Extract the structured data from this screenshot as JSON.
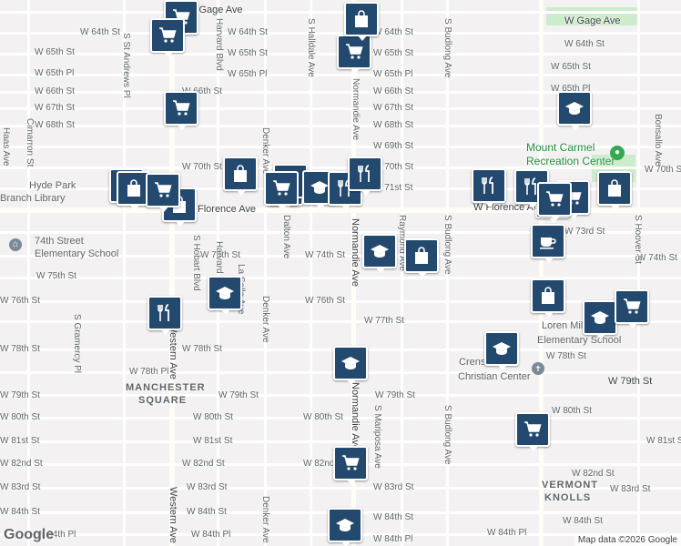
{
  "streets_h": [
    {
      "name": "W Gage Ave"
    },
    {
      "name": "W 64th St"
    },
    {
      "name": "W 65th St"
    },
    {
      "name": "W 65th Pl"
    },
    {
      "name": "W 66th St"
    },
    {
      "name": "W 67th St"
    },
    {
      "name": "W 68th St"
    },
    {
      "name": "W 69th St"
    },
    {
      "name": "W 70th St"
    },
    {
      "name": "W 71st St"
    },
    {
      "name": "Florence Ave"
    },
    {
      "name": "W Florence Ave"
    },
    {
      "name": "W 73rd St"
    },
    {
      "name": "W 74th St"
    },
    {
      "name": "W 75th St"
    },
    {
      "name": "W 76th St"
    },
    {
      "name": "W 77th St"
    },
    {
      "name": "W 78th St"
    },
    {
      "name": "W 78th Pl"
    },
    {
      "name": "W 79th St"
    },
    {
      "name": "W 80th St"
    },
    {
      "name": "W 81st St"
    },
    {
      "name": "W 82nd St"
    },
    {
      "name": "W 83rd St"
    },
    {
      "name": "W 84th St"
    },
    {
      "name": "W 84th Pl"
    }
  ],
  "streets_v": [
    {
      "name": "S St Andrews Pl"
    },
    {
      "name": "Harvard Blvd"
    },
    {
      "name": "Denker Ave"
    },
    {
      "name": "S Halldale Ave"
    },
    {
      "name": "Normandie Ave"
    },
    {
      "name": "S Budlong Ave"
    },
    {
      "name": "S Hoover St"
    },
    {
      "name": "Bonsallo Ave"
    },
    {
      "name": "Western Ave"
    },
    {
      "name": "S Hobart Blvd"
    },
    {
      "name": "Dalton Ave"
    },
    {
      "name": "Raymond Ave"
    },
    {
      "name": "S Mariposa Ave"
    },
    {
      "name": "S Gramercy Pl"
    },
    {
      "name": "Cimarron St"
    },
    {
      "name": "Haas Ave"
    },
    {
      "name": "La Salle Ave"
    }
  ],
  "areas": {
    "manchester_1": "MANCHESTER",
    "manchester_2": "SQUARE",
    "vermont_1": "VERMONT",
    "vermont_2": "KNOLLS"
  },
  "pois": {
    "library_1": "Hyde Park",
    "library_2": "Branch Library",
    "school_74th_1": "74th Street",
    "school_74th_2": "Elementary School",
    "rec_1": "Mount Carmel",
    "rec_2": "Recreation Center",
    "loren_1": "Loren Miller",
    "loren_2": "Elementary School",
    "crenshaw_1": "Crenshaw",
    "crenshaw_2": "Christian Center"
  },
  "markers": [
    {
      "icon": "cart-icon"
    },
    {
      "icon": "cart-icon"
    },
    {
      "icon": "cart-icon"
    },
    {
      "icon": "cart-icon"
    },
    {
      "icon": "bag-icon"
    },
    {
      "icon": "cart-icon"
    },
    {
      "icon": "cart-icon"
    },
    {
      "icon": "bag-icon"
    },
    {
      "icon": "bag-icon"
    },
    {
      "icon": "restaurant-icon"
    },
    {
      "icon": "cart-icon"
    },
    {
      "icon": "bag-icon"
    },
    {
      "icon": "cart-icon"
    },
    {
      "icon": "school-icon"
    },
    {
      "icon": "restaurant-icon"
    },
    {
      "icon": "restaurant-icon"
    },
    {
      "icon": "school-icon"
    },
    {
      "icon": "bag-icon"
    },
    {
      "icon": "school-icon"
    },
    {
      "icon": "restaurant-icon"
    },
    {
      "icon": "school-icon"
    },
    {
      "icon": "cart-icon"
    },
    {
      "icon": "cart-icon"
    },
    {
      "icon": "school-icon"
    },
    {
      "icon": "school-icon"
    },
    {
      "icon": "school-icon"
    },
    {
      "icon": "restaurant-icon"
    },
    {
      "icon": "restaurant-icon"
    },
    {
      "icon": "bag-icon"
    },
    {
      "icon": "cart-icon"
    },
    {
      "icon": "cart-icon"
    },
    {
      "icon": "coffee-icon"
    },
    {
      "icon": "cart-icon"
    },
    {
      "icon": "bag-icon"
    },
    {
      "icon": "school-icon"
    },
    {
      "icon": "cart-icon"
    }
  ],
  "attribution": "Map data ©2026 Google",
  "logo": "Google",
  "colors": {
    "marker": "#234a6e",
    "park": "#cdeccb",
    "road": "#ffffff",
    "background": "#f3f1f1"
  }
}
